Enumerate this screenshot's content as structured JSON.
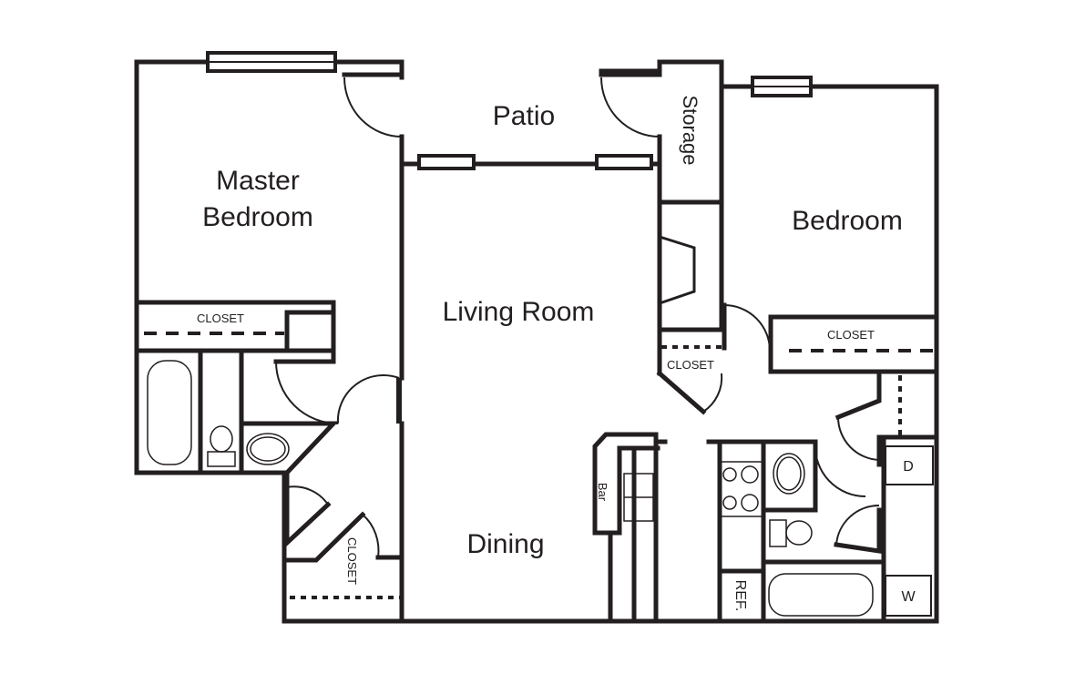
{
  "rooms": {
    "patio": "Patio",
    "storage": "Storage",
    "master_bedroom_line1": "Master",
    "master_bedroom_line2": "Bedroom",
    "bedroom": "Bedroom",
    "living_room": "Living Room",
    "dining": "Dining"
  },
  "fixtures": {
    "closet": "CLOSET",
    "bar": "Bar",
    "ref": "REF.",
    "dryer": "D",
    "washer": "W"
  }
}
